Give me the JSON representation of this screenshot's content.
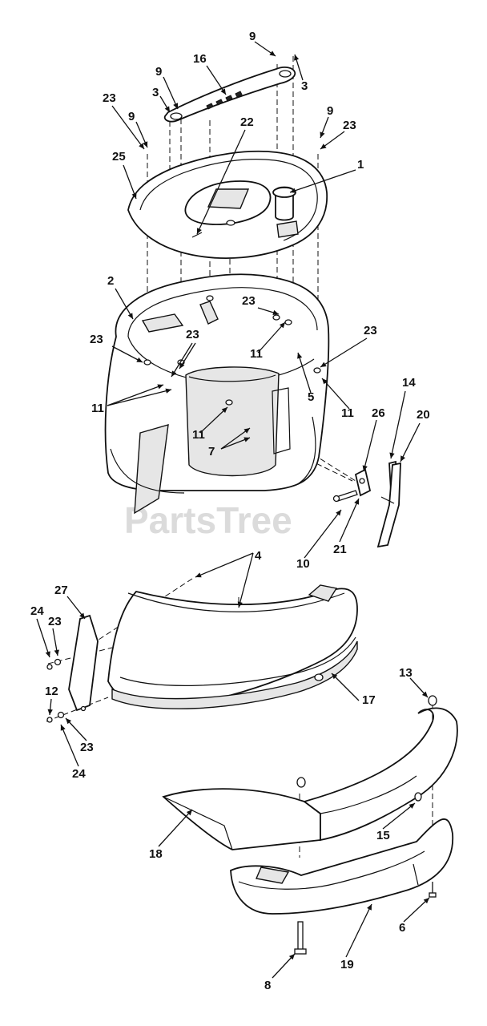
{
  "watermark": "PartsTree",
  "callouts": [
    {
      "id": "c9a",
      "text": "9"
    },
    {
      "id": "c16",
      "text": "16"
    },
    {
      "id": "c3a",
      "text": "3"
    },
    {
      "id": "c9b",
      "text": "9"
    },
    {
      "id": "c3b",
      "text": "3"
    },
    {
      "id": "c23a",
      "text": "23"
    },
    {
      "id": "c9c",
      "text": "9"
    },
    {
      "id": "c22",
      "text": "22"
    },
    {
      "id": "c9d",
      "text": "9"
    },
    {
      "id": "c23b",
      "text": "23"
    },
    {
      "id": "c25",
      "text": "25"
    },
    {
      "id": "c1",
      "text": "1"
    },
    {
      "id": "c2",
      "text": "2"
    },
    {
      "id": "c23c",
      "text": "23"
    },
    {
      "id": "c23d",
      "text": "23"
    },
    {
      "id": "c23e",
      "text": "23"
    },
    {
      "id": "c23f",
      "text": "23"
    },
    {
      "id": "c11a",
      "text": "11"
    },
    {
      "id": "c11b",
      "text": "11"
    },
    {
      "id": "c11c",
      "text": "11"
    },
    {
      "id": "c5",
      "text": "5"
    },
    {
      "id": "c11d",
      "text": "11"
    },
    {
      "id": "c14",
      "text": "14"
    },
    {
      "id": "c26",
      "text": "26"
    },
    {
      "id": "c20",
      "text": "20"
    },
    {
      "id": "c7",
      "text": "7"
    },
    {
      "id": "c10",
      "text": "10"
    },
    {
      "id": "c21",
      "text": "21"
    },
    {
      "id": "c4",
      "text": "4"
    },
    {
      "id": "c27",
      "text": "27"
    },
    {
      "id": "c24a",
      "text": "24"
    },
    {
      "id": "c23g",
      "text": "23"
    },
    {
      "id": "c12",
      "text": "12"
    },
    {
      "id": "c23h",
      "text": "23"
    },
    {
      "id": "c24b",
      "text": "24"
    },
    {
      "id": "c17",
      "text": "17"
    },
    {
      "id": "c13",
      "text": "13"
    },
    {
      "id": "c18",
      "text": "18"
    },
    {
      "id": "c15",
      "text": "15"
    },
    {
      "id": "c6",
      "text": "6"
    },
    {
      "id": "c19",
      "text": "19"
    },
    {
      "id": "c8",
      "text": "8"
    }
  ]
}
